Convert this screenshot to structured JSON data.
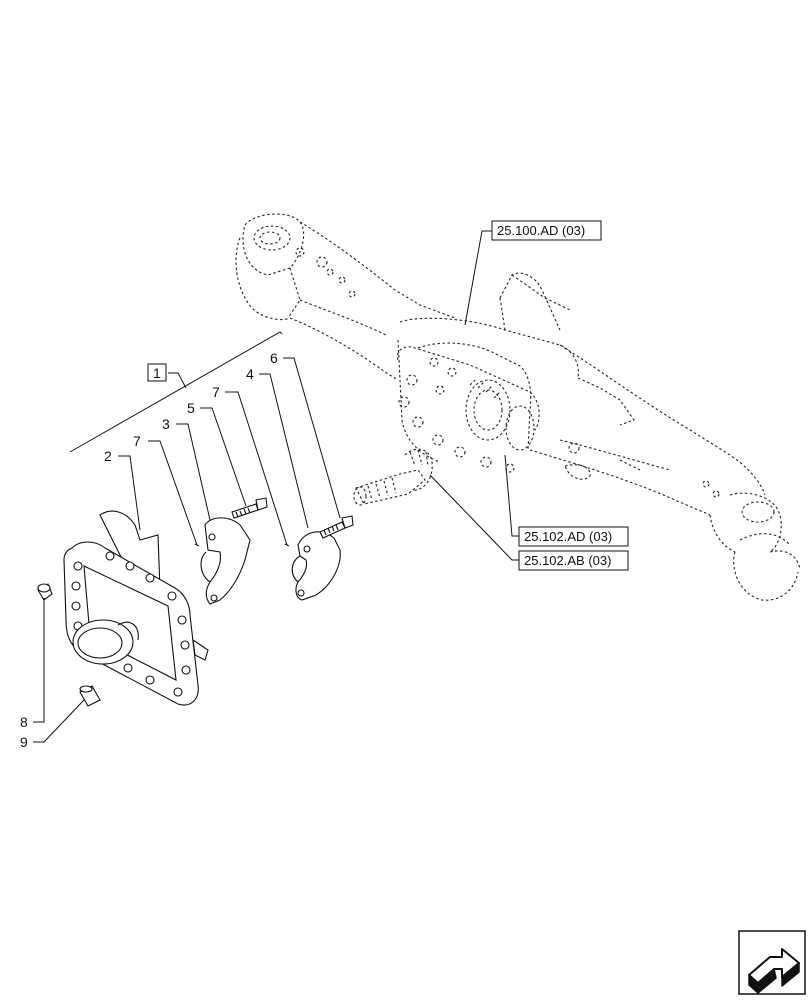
{
  "callouts": {
    "c1": "1",
    "c2": "2",
    "c3": "3",
    "c4": "4",
    "c5": "5",
    "c6": "6",
    "c7a": "7",
    "c7b": "7",
    "c8": "8",
    "c9": "9"
  },
  "references": {
    "ref_100_ad": "25.100.AD (03)",
    "ref_102_ad": "25.102.AD (03)",
    "ref_102_ab": "25.102.AB (03)"
  },
  "nav": {
    "icon": "arrow-next-icon"
  }
}
